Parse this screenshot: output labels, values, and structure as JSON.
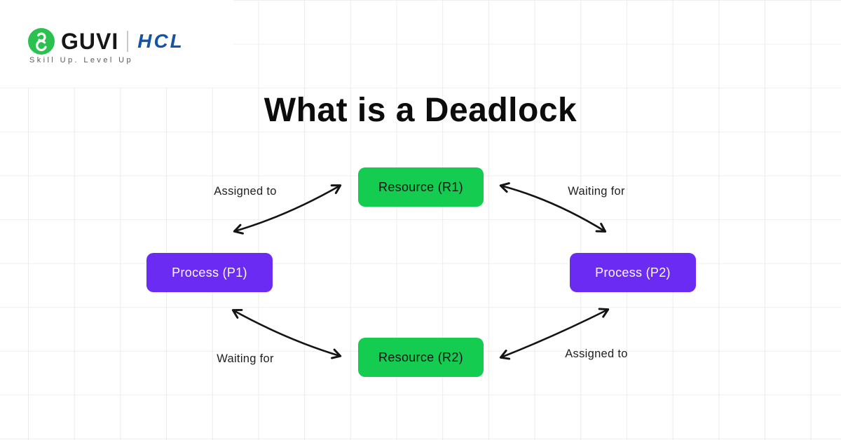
{
  "brand": {
    "guvi": "GUVI",
    "hcl": "HCL",
    "tagline": "Skill Up. Level Up",
    "logo_icon": "guvi-g-icon",
    "guvi_green": "#2bc14f",
    "hcl_blue": "#1553a5"
  },
  "title": "What is a Deadlock",
  "diagram": {
    "nodes": [
      {
        "id": "r1",
        "label": "Resource (R1)",
        "color": "#14cd50",
        "text_color": "#101010"
      },
      {
        "id": "p1",
        "label": "Process (P1)",
        "color": "#6c2bf2",
        "text_color": "#ffffff"
      },
      {
        "id": "p2",
        "label": "Process (P2)",
        "color": "#6c2bf2",
        "text_color": "#ffffff"
      },
      {
        "id": "r2",
        "label": "Resource (R2)",
        "color": "#14cd50",
        "text_color": "#101010"
      }
    ],
    "edges": [
      {
        "label": "Assigned to",
        "between": [
          "p1",
          "r1"
        ],
        "position": "top-left",
        "style": "curved-double-arrow"
      },
      {
        "label": "Waiting for",
        "between": [
          "r1",
          "p2"
        ],
        "position": "top-right",
        "style": "curved-double-arrow"
      },
      {
        "label": "Waiting for",
        "between": [
          "p1",
          "r2"
        ],
        "position": "bottom-left",
        "style": "curved-double-arrow"
      },
      {
        "label": "Assigned to",
        "between": [
          "r2",
          "p2"
        ],
        "position": "bottom-right",
        "style": "curved-double-arrow"
      }
    ],
    "arrow_color": "#141414"
  }
}
